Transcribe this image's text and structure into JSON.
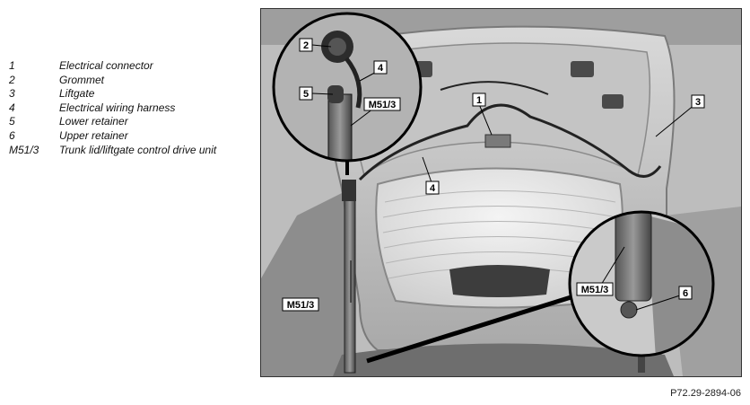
{
  "legend": [
    {
      "key": "1",
      "description": "Electrical connector"
    },
    {
      "key": "2",
      "description": "Grommet"
    },
    {
      "key": "3",
      "description": "Liftgate"
    },
    {
      "key": "4",
      "description": "Electrical wiring harness"
    },
    {
      "key": "5",
      "description": "Lower retainer"
    },
    {
      "key": "6",
      "description": "Upper retainer"
    },
    {
      "key": "M51/3",
      "description": "Trunk lid/liftgate control drive unit"
    }
  ],
  "callouts": {
    "c1": "1",
    "c2": "2",
    "c3": "3",
    "c4_top": "4",
    "c4_mid": "4",
    "c5": "5",
    "c6": "6",
    "m51_top": "M51/3",
    "m51_left": "M51/3",
    "m51_right": "M51/3"
  },
  "reference_code": "P72.29-2894-06"
}
